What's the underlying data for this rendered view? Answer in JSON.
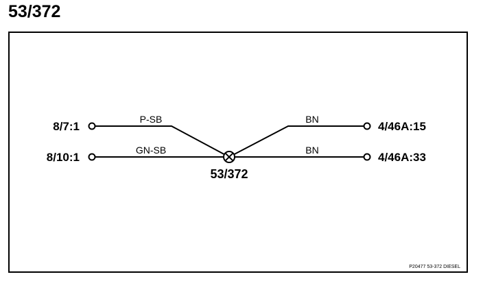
{
  "page": {
    "title": "53/372"
  },
  "diagram": {
    "splice": {
      "label": "53/372"
    },
    "connectors": {
      "left_top": "8/7:1",
      "left_bottom": "8/10:1",
      "right_top": "4/46A:15",
      "right_bottom": "4/46A:33"
    },
    "wires": {
      "left_top": "P-SB",
      "left_bottom": "GN-SB",
      "right_top": "BN",
      "right_bottom": "BN"
    },
    "footer": "P20477  53-372  DIESEL"
  }
}
